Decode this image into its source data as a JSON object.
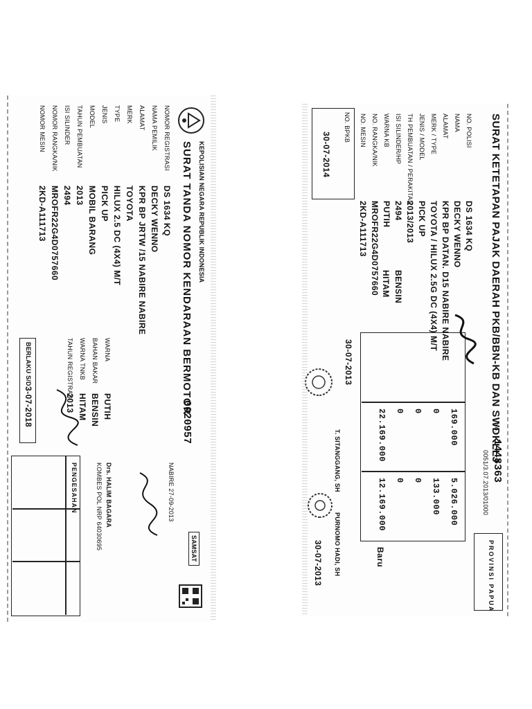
{
  "stnk": {
    "title": "SURAT TANDA NOMOR KENDARAAN BERMOTOR",
    "agency": "KEPOLISIAN NEGARA REPUBLIK INDONESIA",
    "doc_no": "0020957",
    "fields": [
      {
        "label": "NOMOR REGISTRASI",
        "value": "DS 1634 KQ"
      },
      {
        "label": "NAMA PEMILIK",
        "value": "DECKY WENNO"
      },
      {
        "label": "ALAMAT",
        "value": "KPR BP JRTW /15 NABIRE NABIRE"
      },
      {
        "label": "MERK",
        "value": "TOYOTA"
      },
      {
        "label": "TYPE",
        "value": "HILUX 2.5 DC (4X4) M/T"
      },
      {
        "label": "JENIS",
        "value": "PICK UP"
      },
      {
        "label": "MODEL",
        "value": "MOBIL BARANG"
      },
      {
        "label": "TAHUN PEMBUATAN",
        "value": "2013"
      },
      {
        "label": "ISI SILINDER",
        "value": "2494"
      },
      {
        "label": "NOMOR RANGKA/NIK",
        "value": "MROFR22G4D0757660"
      },
      {
        "label": "NOMOR MESIN",
        "value": "2KD-A111713"
      }
    ],
    "right_fields": [
      {
        "label": "WARNA",
        "value": "PUTIH"
      },
      {
        "label": "BAHAN BAKAR",
        "value": "BENSIN"
      },
      {
        "label": "WARNA TNKB",
        "value": "HITAM"
      },
      {
        "label": "TAHUN REGISTRASI",
        "value": "2013"
      }
    ],
    "valid_label": "BERLAKU S/D",
    "valid_date": "3-07-2018",
    "issue_place_date": "NABIRE 27-09-2013",
    "officer_name": "Drs. HALIM BAGARA",
    "officer_rank": "KOMBES POL NRP 64030695",
    "pengesahan_label": "PENGESAHAN",
    "logo_text": "SAMSAT"
  },
  "skpd": {
    "title": "SURAT KETETAPAN PAJAK DAERAH PKB/BBN-KB DAN SWDKLLJ",
    "number": "1448363",
    "province": "PROVINSI PAPUA",
    "fields": [
      {
        "label": "NO. POLISI",
        "value": "DS 1634 KQ"
      },
      {
        "label": "NAMA",
        "value": "DECKY WENNO"
      },
      {
        "label": "ALAMAT",
        "value": "KPR BP DATAN. D15 NABIRE NABIRE"
      },
      {
        "label": "MERK / TYPE",
        "value": "TOYOTA / HILUX 2.5G DC (4X4) M/T"
      },
      {
        "label": "JENIS / MODEL",
        "value": "PICK UP"
      },
      {
        "label": "TH PEMBUATAN / PERAKITAN",
        "value": "2013/2013"
      },
      {
        "label": "ISI SILINDER/HP",
        "value": "2494"
      },
      {
        "label": "WARNA KB",
        "value": "PUTIH"
      },
      {
        "label": "NO. RANGKA/NIK",
        "value": "MROFR22G4D0757660"
      },
      {
        "label": "NO. MESIN",
        "value": "2KD-A111713"
      }
    ],
    "no_bpkb_label": "NO. BPKB",
    "no_bpkb_date": "30-07-2014",
    "side_fields": [
      "BENSIN",
      "HITAM"
    ],
    "amounts": [
      "169.000",
      "0",
      "0",
      "0",
      "22.169.000"
    ],
    "amounts_right": [
      "5.026.000",
      "133.000",
      "0",
      "0",
      "12.169.000"
    ],
    "date_paid": "30-07-2013",
    "date_stamp": "30-07-2013",
    "baru_label": "Baru",
    "officer": "T. SITANGGANG, SH",
    "officer2": "PURNOMO HADI, SH",
    "ref_no": "0051/3.07.2013/01000"
  }
}
